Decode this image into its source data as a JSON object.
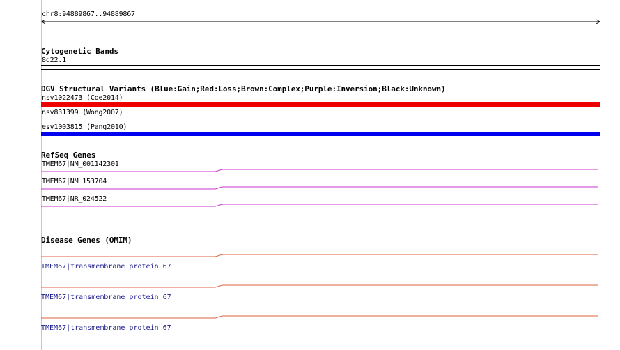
{
  "position": {
    "label": "chr8:94889867..94889867"
  },
  "cytoband": {
    "title": "Cytogenetic Bands",
    "band": "8q22.1"
  },
  "dgv": {
    "title": "DGV Structural Variants (Blue:Gain;Red:Loss;Brown:Complex;Purple:Inversion;Black:Unknown)",
    "variants": [
      {
        "label": "nsv1022473 (Coe2014)",
        "color": "#ee0000"
      },
      {
        "label": "nsv831399 (Wong2007)",
        "color": "#ee0000"
      },
      {
        "label": "esv1003815 (Pang2010)",
        "color": "#0000ee"
      }
    ]
  },
  "refseq": {
    "title": "RefSeq Genes",
    "color": "#cc33cc",
    "genes": [
      {
        "label": "TMEM67|NM_001142301"
      },
      {
        "label": "TMEM67|NM_153704"
      },
      {
        "label": "TMEM67|NR_024522"
      }
    ]
  },
  "omim": {
    "title": "Disease Genes (OMIM)",
    "color": "#e06040",
    "genes": [
      {
        "label": "TMEM67|transmembrane protein 67"
      },
      {
        "label": "TMEM67|transmembrane protein 67"
      },
      {
        "label": "TMEM67|transmembrane protein 67"
      }
    ]
  }
}
